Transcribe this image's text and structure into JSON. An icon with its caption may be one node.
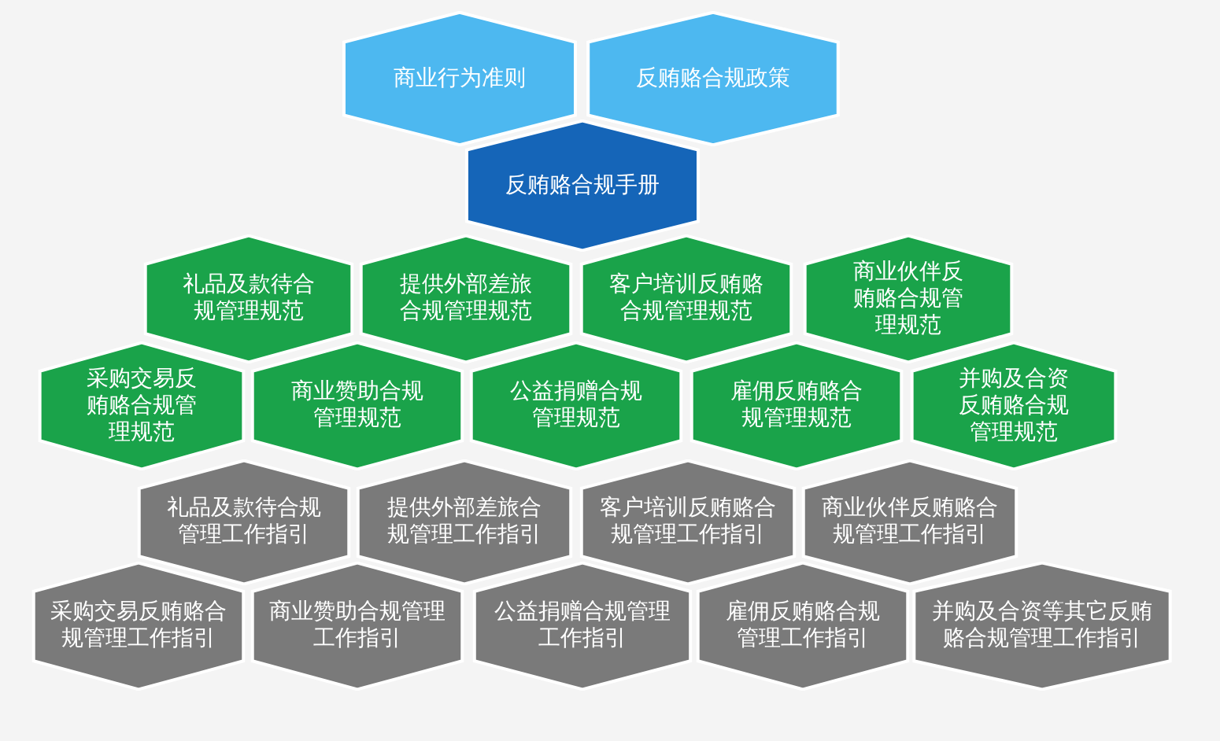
{
  "diagram": {
    "nodes": [
      {
        "text": [
          "商业行为准则"
        ]
      },
      {
        "text": [
          "反贿赂合规政策"
        ]
      },
      {
        "text": [
          "反贿赂合规手册"
        ]
      },
      {
        "text": [
          "礼品及款待合规管理规范"
        ]
      },
      {
        "text": [
          "提供外部差旅合规管理规范"
        ]
      },
      {
        "text": [
          "客户培训反贿赂合规管理规范"
        ]
      },
      {
        "text": [
          "商业伙伴反贿赂合规管理规范"
        ]
      },
      {
        "text": [
          "采购交易反贿赂合规管理规范"
        ]
      },
      {
        "text": [
          "商业赞助合规管理规范"
        ]
      },
      {
        "text": [
          "公益捐赠合规管理规范"
        ]
      },
      {
        "text": [
          "雇佣反贿赂合规管理规范"
        ]
      },
      {
        "text": [
          "并购及合资反贿赂合规管理规范"
        ]
      },
      {
        "text": [
          "礼品及款待合规管理工作指引"
        ]
      },
      {
        "text": [
          "提供外部差旅合规管理工作指引"
        ]
      },
      {
        "text": [
          "客户培训反贿赂合规管理工作指引"
        ]
      },
      {
        "text": [
          "商业伙伴反贿赂合规管理工作指引"
        ]
      },
      {
        "text": [
          "采购交易反贿赂合规管理工作指引"
        ]
      },
      {
        "text": [
          "商业赞助合规管理工作指引"
        ]
      },
      {
        "text": [
          "公益捐赠合规管理工作指引"
        ]
      },
      {
        "text": [
          "雇佣反贿赂合规管理工作指引"
        ]
      },
      {
        "text": [
          "并购及合资等其它反贿赂合规管理工作指引"
        ]
      }
    ]
  }
}
